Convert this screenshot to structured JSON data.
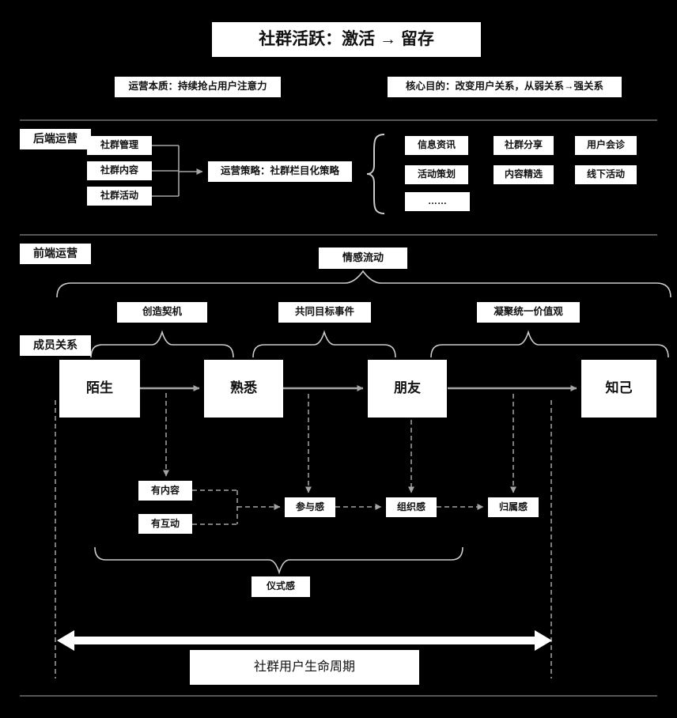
{
  "title": "社群活跃：激活 → 留存",
  "top_notes": {
    "essence": "运营本质：持续抢占用户注意力",
    "purpose": "核心目的：改变用户关系，从弱关系→强关系"
  },
  "backend": {
    "section_label": "后端运营",
    "inputs": [
      "社群管理",
      "社群内容",
      "社群活动"
    ],
    "strategy": "运营策略：社群栏目化策略",
    "programs": [
      "信息资讯",
      "社群分享",
      "用户会诊",
      "活动策划",
      "内容精选",
      "线下活动",
      "……"
    ]
  },
  "frontend": {
    "section_label": "前端运营",
    "emotion_flow": "情感流动",
    "phase_labels": [
      "创造契机",
      "共同目标事件",
      "凝聚统一价值观"
    ],
    "member_relation_label": "成员关系",
    "stages": [
      "陌生",
      "熟悉",
      "朋友",
      "知己"
    ],
    "foundations": [
      "有内容",
      "有互动"
    ],
    "feelings": [
      "参与感",
      "组织感",
      "归属感"
    ],
    "ritual": "仪式感",
    "lifecycle": "社群用户生命周期"
  },
  "colors": {
    "background": "#000000",
    "box_bg": "#ffffff",
    "box_text": "#111111",
    "line_gray": "#a5a5a5",
    "divider_gray": "#565656",
    "arrow_white": "#ffffff"
  }
}
